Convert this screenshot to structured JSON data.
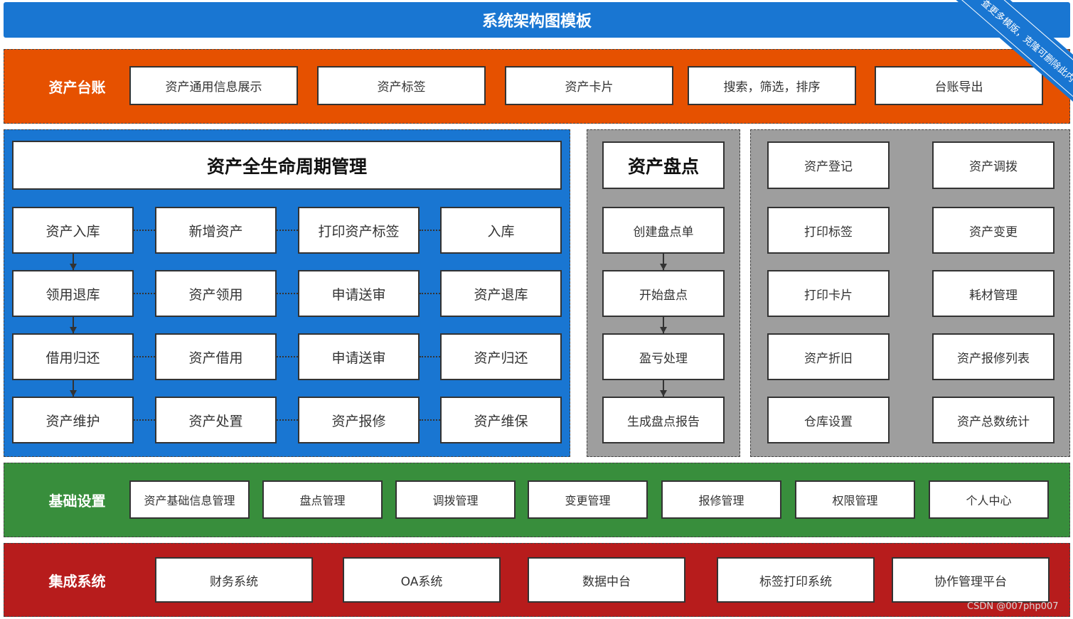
{
  "title": "系统架构图模板",
  "ribbon": {
    "text": "查更多模版，克隆可删除此内"
  },
  "colors": {
    "title_bar": "#1976d2",
    "ribbon": "#1976d2",
    "ledger": "#e65100",
    "lifecycle": "#1976d2",
    "inventory": "#9e9e9e",
    "functions": "#9e9e9e",
    "basic_settings": "#388e3c",
    "integration": "#b71c1c",
    "node_fill": "#ffffff",
    "node_border": "#333333"
  },
  "ledger": {
    "label": "资产台账",
    "items": [
      "资产通用信息展示",
      "资产标签",
      "资产卡片",
      "搜索，筛选，排序",
      "台账导出"
    ]
  },
  "lifecycle": {
    "title": "资产全生命周期管理",
    "rows": [
      [
        "资产入库",
        "新增资产",
        "打印资产标签",
        "入库"
      ],
      [
        "领用退库",
        "资产领用",
        "申请送审",
        "资产退库"
      ],
      [
        "借用归还",
        "资产借用",
        "申请送审",
        "资产归还"
      ],
      [
        "资产维护",
        "资产处置",
        "资产报修",
        "资产维保"
      ]
    ]
  },
  "inventory": {
    "title": "资产盘点",
    "steps": [
      "创建盘点单",
      "开始盘点",
      "盈亏处理",
      "生成盘点报告"
    ]
  },
  "functions": {
    "columns": [
      [
        "资产登记",
        "打印标签",
        "打印卡片",
        "资产折旧",
        "仓库设置"
      ],
      [
        "资产调拨",
        "资产变更",
        "耗材管理",
        "资产报修列表",
        "资产总数统计"
      ]
    ]
  },
  "basic_settings": {
    "label": "基础设置",
    "items": [
      "资产基础信息管理",
      "盘点管理",
      "调拨管理",
      "变更管理",
      "报修管理",
      "权限管理",
      "个人中心"
    ]
  },
  "integration": {
    "label": "集成系统",
    "items": [
      "财务系统",
      "OA系统",
      "数据中台",
      "标签打印系统",
      "协作管理平台"
    ]
  },
  "watermark": "CSDN @007php007"
}
